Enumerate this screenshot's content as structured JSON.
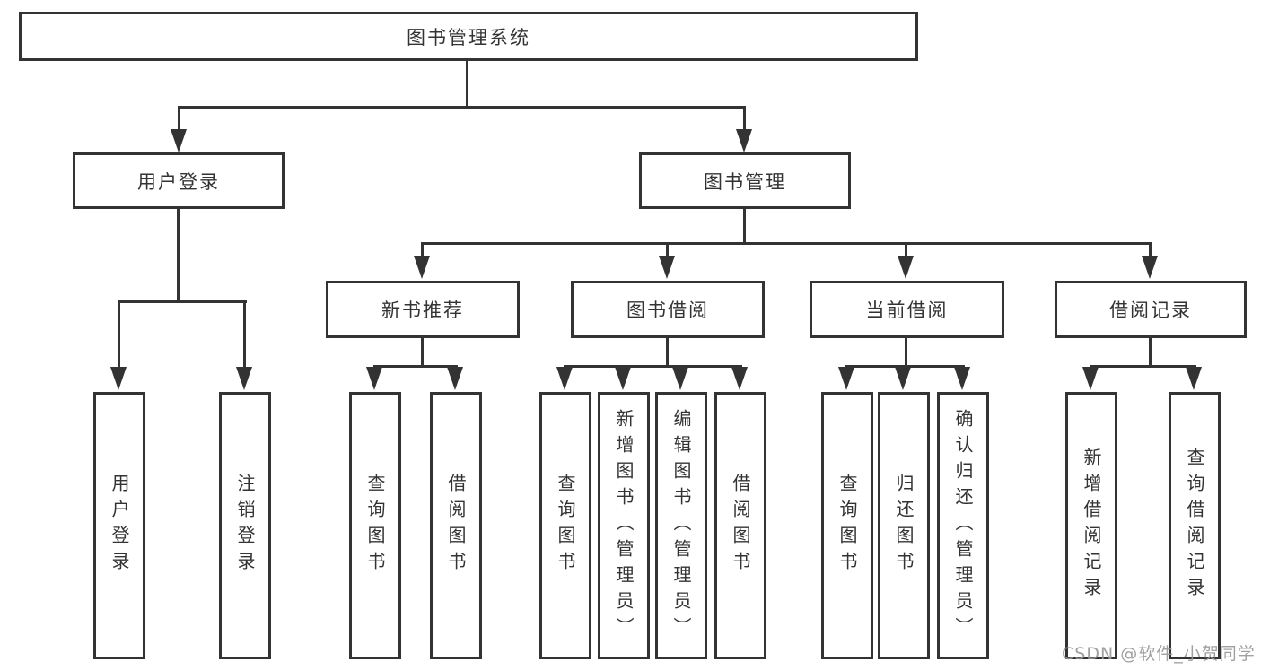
{
  "diagram": {
    "title_node": "图书管理系统",
    "level1": [
      "用户登录",
      "图书管理"
    ],
    "level2": [
      "新书推荐",
      "图书借阅",
      "当前借阅",
      "借阅记录"
    ],
    "leaves_user_login": [
      "用户登录",
      "注销登录"
    ],
    "leaves_new_book": [
      "查询图书",
      "借阅图书"
    ],
    "leaves_book_borrow": [
      "查询图书",
      "新增图书（管理员）",
      "编辑图书（管理员）",
      "借阅图书"
    ],
    "leaves_current_borrow": [
      "查询图书",
      "归还图书",
      "确认归还（管理员）"
    ],
    "leaves_borrow_record": [
      "新增借阅记录",
      "查询借阅记录"
    ]
  },
  "watermark": "CSDN @软件_小贺同学",
  "colors": {
    "line": "#333333",
    "text": "#333333",
    "background": "#ffffff",
    "watermark": "#969696"
  }
}
